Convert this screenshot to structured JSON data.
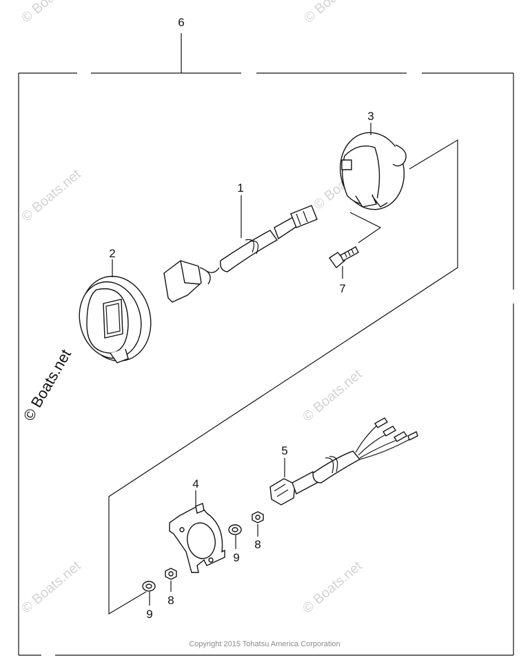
{
  "callouts": {
    "c1": "1",
    "c2": "2",
    "c3": "3",
    "c4": "4",
    "c5": "5",
    "c6": "6",
    "c7": "7",
    "c8a": "8",
    "c8b": "8",
    "c9a": "9",
    "c9b": "9"
  },
  "copyright": "Copyright 2015 Tohatsu America Corporation",
  "watermark": {
    "text": "© Boats.net",
    "primary": "© Boats.net"
  },
  "colors": {
    "ink": "#111111",
    "watermark": "#d3d3d3",
    "copyright": "#8a8a8a"
  }
}
